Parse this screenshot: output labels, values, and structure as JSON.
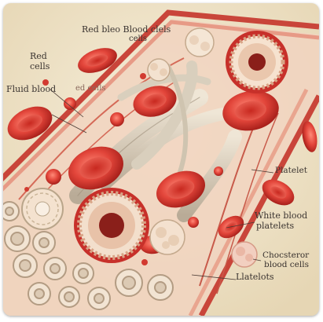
{
  "labels": {
    "top_heading_line1": "Red bleo Blood clels",
    "top_heading_line2": "cells",
    "red_cells_line1": "Red",
    "red_cells_line2": "cells",
    "fluid_blood": "Fluid blood",
    "faint_cells": "ed cells",
    "platelets_right": "Platelet",
    "white_blood_line1": "White blood",
    "white_blood_line2": "platelets",
    "cholesterol_line1": "Chocsteror",
    "cholesterol_line2": "blood cells",
    "platelets_bottom": "Llatelots"
  },
  "colors": {
    "background": "#efe4c9",
    "cell_red": "#d9382e",
    "cell_dark": "#a8201c",
    "vessel_wall": "#e9b9a3",
    "fiber": "#c8c1b2",
    "plaque": "#f3dcc8"
  }
}
